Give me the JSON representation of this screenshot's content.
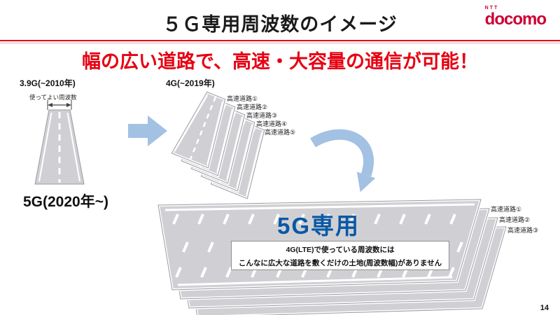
{
  "slide": {
    "title": "５Ｇ専用周波数のイメージ",
    "headline": "幅の広い道路で、高速・大容量の通信が可能！",
    "page_number": "14"
  },
  "logo": {
    "ntt": "NTT",
    "name": "docomo"
  },
  "generations": {
    "g39": {
      "label": "3.9G(~2010年)",
      "annotation": "使ってよい周波数"
    },
    "g4": {
      "label": "4G(~2019年)",
      "road_labels": [
        "高速道路①",
        "高速道路②",
        "高速道路③",
        "高速道路④",
        "高速道路⑤"
      ]
    },
    "g5": {
      "label": "5G(2020年~)",
      "road_title": "5G専用",
      "note": {
        "line1": "4G(LTE)で使っている周波数には",
        "line2": "こんなに広大な道路を敷くだけの土地(周波数幅)がありません"
      },
      "road_labels": [
        "高速道路①",
        "高速道路②",
        "高速道路③"
      ]
    }
  },
  "colors": {
    "docomo_red": "#cc0033",
    "headline_red": "#e60012",
    "road_gray": "#d0d0d4",
    "arrow_blue": "#a3c1e3",
    "g5_blue": "#0a58a5"
  }
}
